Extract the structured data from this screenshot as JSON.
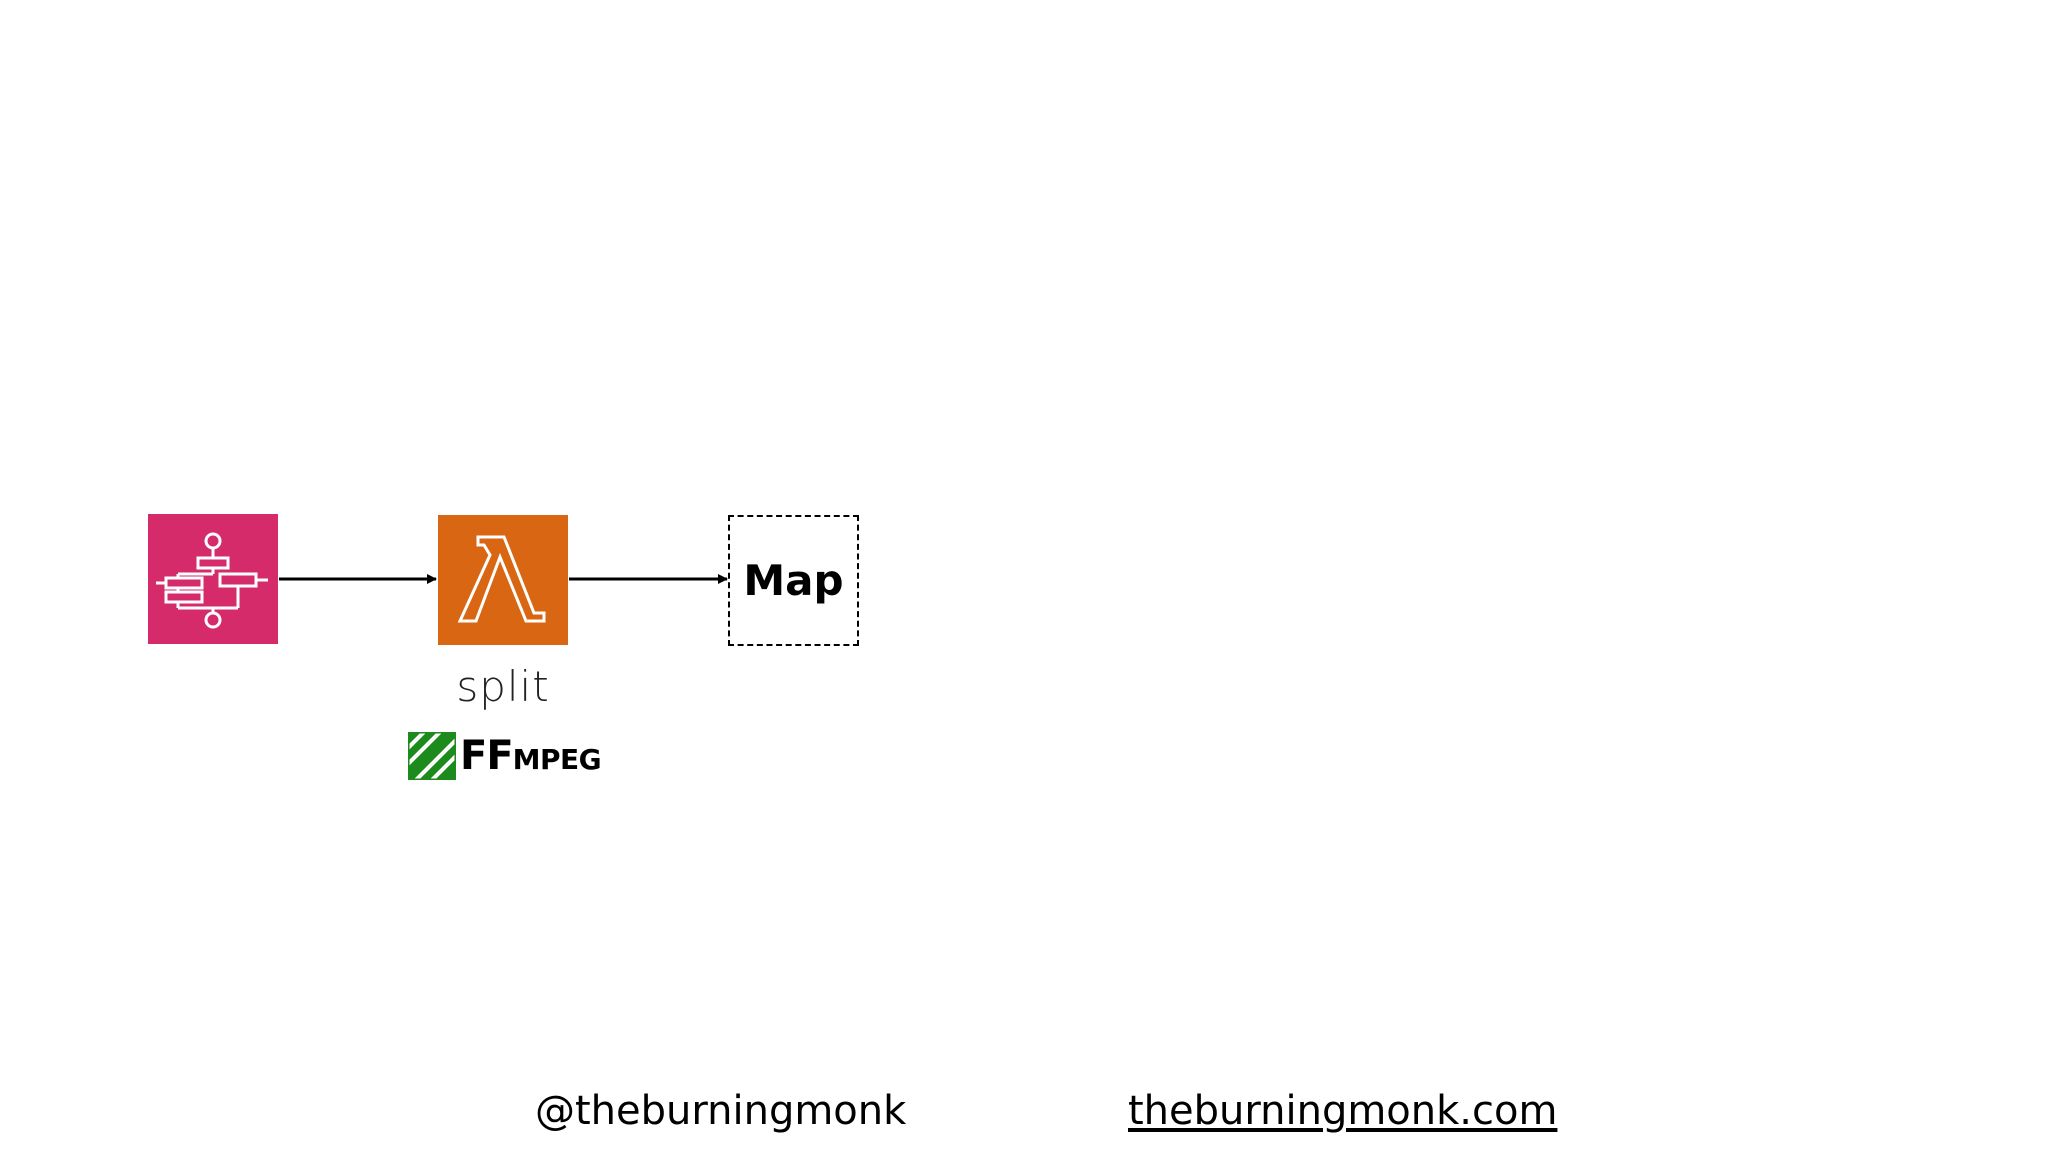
{
  "diagram": {
    "nodes": {
      "step_functions": {
        "icon": "step-functions-icon",
        "color": "#D52B6A"
      },
      "lambda": {
        "icon": "lambda-icon",
        "color": "#D86613",
        "caption": "split"
      },
      "map": {
        "label": "Map"
      }
    },
    "ffmpeg_logo": {
      "text_big": "FF",
      "text_small": "MPEG",
      "mark_color": "#1C8A1C"
    },
    "edges": [
      {
        "from": "step_functions",
        "to": "lambda"
      },
      {
        "from": "lambda",
        "to": "map"
      }
    ]
  },
  "footer": {
    "handle": "@theburningmonk",
    "site": "theburningmonk.com"
  }
}
